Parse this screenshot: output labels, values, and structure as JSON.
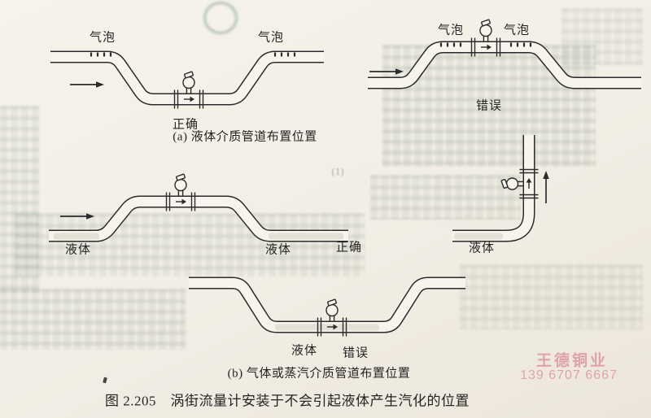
{
  "page": {
    "paper_color": "#f2eee5",
    "ink_color": "#262626"
  },
  "section_a": {
    "left_diagram": {
      "bubble_label_left": "气泡",
      "bubble_label_right": "气泡",
      "verdict": "正确"
    },
    "right_diagram": {
      "bubble_label_left": "气泡",
      "bubble_label_right": "气泡",
      "verdict": "错误"
    },
    "caption": "(a) 液体介质管道布置位置"
  },
  "section_b": {
    "left_diagram": {
      "liquid_label_left": "液体",
      "liquid_label_right": "液体",
      "verdict": "正确"
    },
    "vertical_diagram": {
      "liquid_label": "液体"
    }
  },
  "section_c": {
    "diagram": {
      "liquid_label": "液体",
      "verdict": "错误"
    },
    "caption": "(b) 气体或蒸汽介质管道布置位置"
  },
  "figure_caption": "图 2.205　涡街流量计安装于不会引起液体产生汽化的位置",
  "bleedthrough": {
    "footnote_mark": "(1)"
  },
  "watermark": {
    "company": "王德铜业",
    "phone": "139 6707 6667"
  }
}
